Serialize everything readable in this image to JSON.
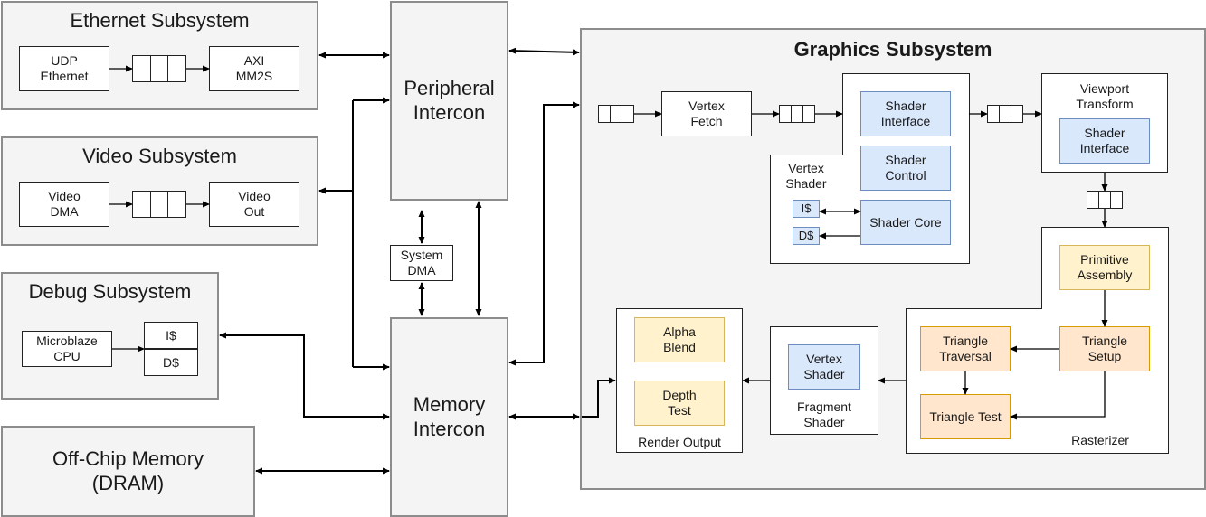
{
  "ethernet": {
    "title": "Ethernet Subsystem",
    "udp": "UDP\nEthernet",
    "axi": "AXI\nMM2S"
  },
  "video": {
    "title": "Video Subsystem",
    "dma": "Video\nDMA",
    "out": "Video\nOut"
  },
  "debug": {
    "title": "Debug Subsystem",
    "cpu": "Microblaze\nCPU",
    "icache": "I$",
    "dcache": "D$"
  },
  "offchip": {
    "title": "Off-Chip Memory\n(DRAM)"
  },
  "interconnect": {
    "peripheral": "Peripheral\nIntercon",
    "system_dma": "System\nDMA",
    "memory": "Memory\nIntercon"
  },
  "graphics": {
    "title": "Graphics Subsystem",
    "vertex_fetch": "Vertex\nFetch",
    "vertex_shader": {
      "label": "Vertex\nShader",
      "shader_interface": "Shader\nInterface",
      "shader_control": "Shader\nControl",
      "shader_core": "Shader Core",
      "icache": "I$",
      "dcache": "D$"
    },
    "viewport": {
      "label": "Viewport\nTransform",
      "shader_interface": "Shader\nInterface"
    },
    "rasterizer": {
      "label": "Rasterizer",
      "primitive_assembly": "Primitive\nAssembly",
      "triangle_setup": "Triangle\nSetup",
      "triangle_traversal": "Triangle\nTraversal",
      "triangle_test": "Triangle Test"
    },
    "fragment": {
      "label": "Fragment\nShader",
      "vertex_shader": "Vertex\nShader"
    },
    "render_output": {
      "label": "Render Output",
      "alpha_blend": "Alpha\nBlend",
      "depth_test": "Depth\nTest"
    }
  },
  "colors": {
    "subsystem_fill": "#f4f4f4",
    "subsystem_border": "#8c8c8c",
    "blue_fill": "#dae8fc",
    "yellow_fill": "#fff2cc",
    "orange_fill": "#ffe6cc"
  }
}
